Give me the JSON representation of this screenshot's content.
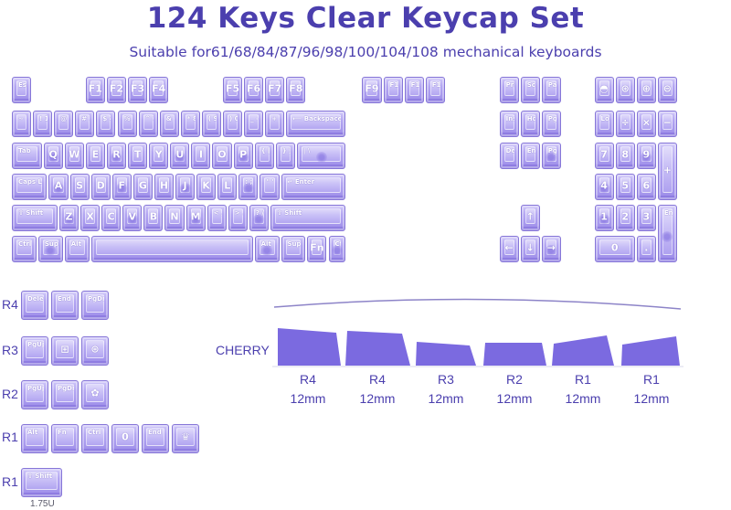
{
  "header": {
    "title": "124 Keys Clear Keycap Set",
    "subtitle": "Suitable for61/68/84/87/96/98/100/104/108 mechanical keyboards"
  },
  "colors": {
    "accent": "#4b3fae",
    "keycap": "#a797ee",
    "profile_fill": "#7b6ae0"
  },
  "keyboard": {
    "rows": [
      [
        {
          "l": "Esc"
        },
        {
          "l": "F1"
        },
        {
          "l": "F2"
        },
        {
          "l": "F3"
        },
        {
          "l": "F4"
        },
        {
          "l": "F5"
        },
        {
          "l": "F6"
        },
        {
          "l": "F7"
        },
        {
          "l": "F8"
        },
        {
          "l": "F9"
        },
        {
          "l": "F10"
        },
        {
          "l": "F11"
        },
        {
          "l": "F12"
        },
        {
          "l": "Print"
        },
        {
          "l": "Scroll"
        },
        {
          "l": "Pause"
        },
        {
          "l": "◓"
        },
        {
          "l": "⊛"
        },
        {
          "l": "⊕"
        },
        {
          "l": "⊜"
        }
      ],
      [
        {
          "l": "~ `"
        },
        {
          "l": "! 1"
        },
        {
          "l": "@ 2"
        },
        {
          "l": "# 3"
        },
        {
          "l": "$ 4"
        },
        {
          "l": "% 5"
        },
        {
          "l": "^ 6"
        },
        {
          "l": "& 7"
        },
        {
          "l": "* 8"
        },
        {
          "l": "( 9"
        },
        {
          "l": ") 0"
        },
        {
          "l": "_ -"
        },
        {
          "l": "+ ="
        },
        {
          "l": "⟵ Backspace"
        },
        {
          "l": "Insert"
        },
        {
          "l": "Home"
        },
        {
          "l": "PgUp"
        },
        {
          "l": "Lock"
        },
        {
          "l": "÷"
        },
        {
          "l": "×"
        },
        {
          "l": "−"
        }
      ],
      [
        {
          "l": "Tab"
        },
        {
          "l": "Q"
        },
        {
          "l": "W"
        },
        {
          "l": "E"
        },
        {
          "l": "R"
        },
        {
          "l": "T"
        },
        {
          "l": "Y"
        },
        {
          "l": "U"
        },
        {
          "l": "I"
        },
        {
          "l": "O"
        },
        {
          "l": "P"
        },
        {
          "l": "{ ["
        },
        {
          "l": "} ]"
        },
        {
          "l": "| \\"
        },
        {
          "l": "Delete"
        },
        {
          "l": "End"
        },
        {
          "l": "PgDn"
        },
        {
          "l": "7"
        },
        {
          "l": "8"
        },
        {
          "l": "9"
        },
        {
          "l": "+"
        }
      ],
      [
        {
          "l": "Caps Lock"
        },
        {
          "l": "A"
        },
        {
          "l": "S"
        },
        {
          "l": "D"
        },
        {
          "l": "F"
        },
        {
          "l": "G"
        },
        {
          "l": "H"
        },
        {
          "l": "J"
        },
        {
          "l": "K"
        },
        {
          "l": "L"
        },
        {
          "l": ": ;"
        },
        {
          "l": "\" '"
        },
        {
          "l": "↵ Enter"
        },
        {
          "l": "4"
        },
        {
          "l": "5"
        },
        {
          "l": "6"
        }
      ],
      [
        {
          "l": "⇧ Shift"
        },
        {
          "l": "Z"
        },
        {
          "l": "X"
        },
        {
          "l": "C"
        },
        {
          "l": "V"
        },
        {
          "l": "B"
        },
        {
          "l": "N"
        },
        {
          "l": "M"
        },
        {
          "l": "< ,"
        },
        {
          "l": "> ."
        },
        {
          "l": "? /"
        },
        {
          "l": "⇧ Shift"
        },
        {
          "l": "↑"
        },
        {
          "l": "1"
        },
        {
          "l": "2"
        },
        {
          "l": "3"
        },
        {
          "l": "Enter"
        }
      ],
      [
        {
          "l": "Ctrl"
        },
        {
          "l": "Super"
        },
        {
          "l": "Alt"
        },
        {
          "l": ""
        },
        {
          "l": "Alt"
        },
        {
          "l": "Super"
        },
        {
          "l": "Fn"
        },
        {
          "l": "Ctrl"
        },
        {
          "l": "←"
        },
        {
          "l": "↓"
        },
        {
          "l": "→"
        },
        {
          "l": "0"
        },
        {
          "l": "."
        }
      ]
    ]
  },
  "extras": {
    "rows": [
      {
        "label": "R4",
        "keys": [
          "Delete",
          "End",
          "PgDn"
        ]
      },
      {
        "label": "R3",
        "keys": [
          "PgUp",
          "⊞",
          "⊛"
        ]
      },
      {
        "label": "R2",
        "keys": [
          "PgUp",
          "PgDn",
          "✿"
        ]
      },
      {
        "label": "R1",
        "keys": [
          "Alt",
          "Fn",
          "Ctrl",
          "0",
          "End",
          "♛"
        ]
      },
      {
        "label": "R1",
        "keys": [
          "⇧ Shift"
        ]
      }
    ],
    "size_note": "1.75U"
  },
  "profile": {
    "name": "CHERRY",
    "items": [
      {
        "row": "R4",
        "size": "12mm"
      },
      {
        "row": "R4",
        "size": "12mm"
      },
      {
        "row": "R3",
        "size": "12mm"
      },
      {
        "row": "R2",
        "size": "12mm"
      },
      {
        "row": "R1",
        "size": "12mm"
      },
      {
        "row": "R1",
        "size": "12mm"
      }
    ]
  }
}
